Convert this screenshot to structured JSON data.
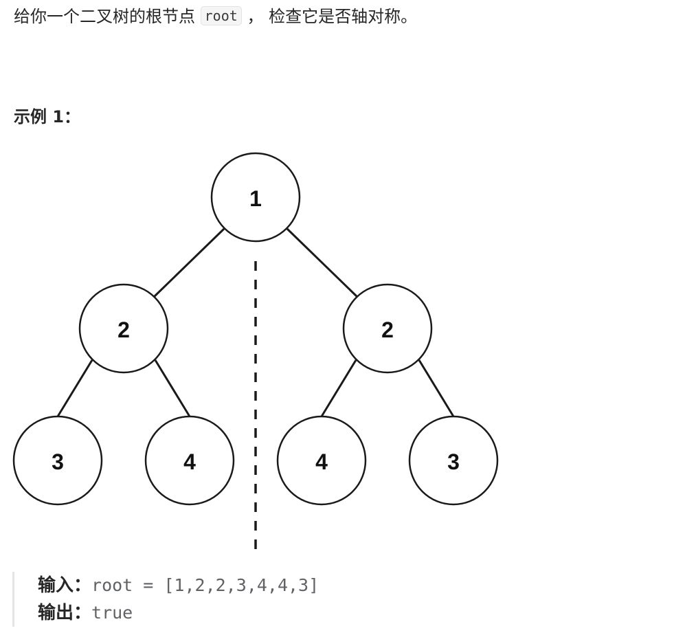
{
  "description": {
    "before": "给你一个二叉树的根节点 ",
    "code": "root",
    "after": " ， 检查它是否轴对称。"
  },
  "example": {
    "title": "示例 1：",
    "tree_nodes": [
      "1",
      "2",
      "2",
      "3",
      "4",
      "4",
      "3"
    ],
    "input_label": "输入：",
    "input_value": "root = [1,2,2,3,4,4,3]",
    "output_label": "输出：",
    "output_value": "true"
  }
}
